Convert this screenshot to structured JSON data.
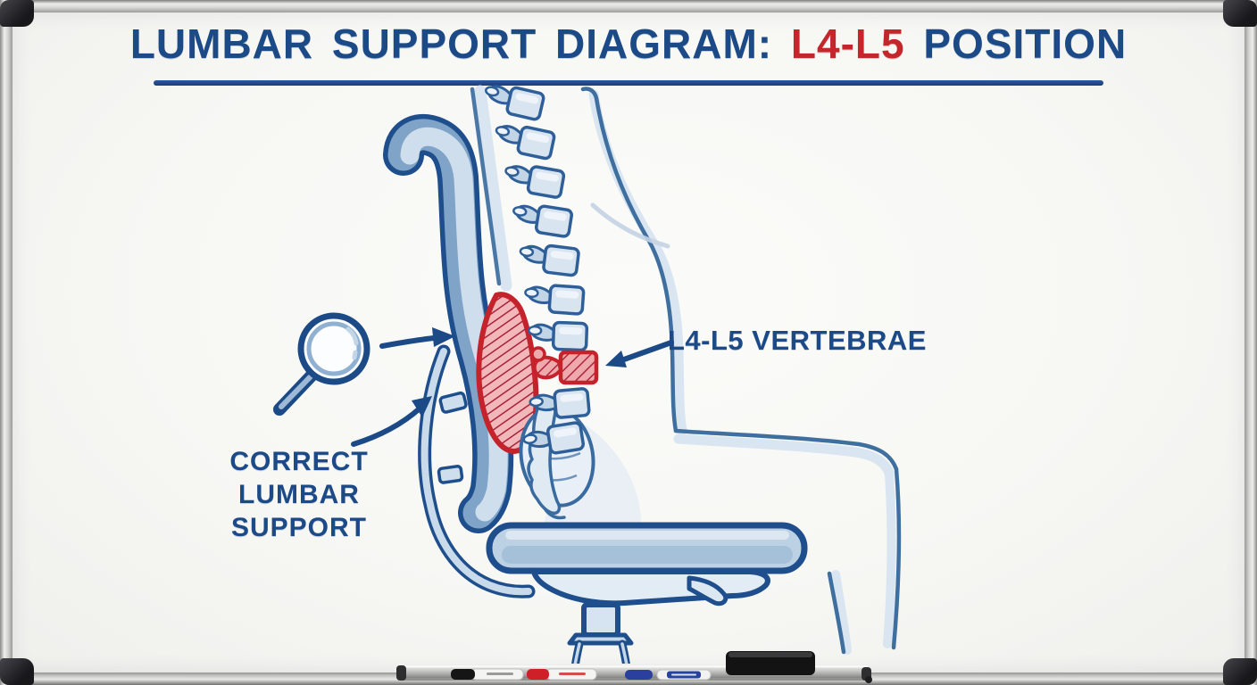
{
  "scene": "whiteboard-photo",
  "title": {
    "text_before": "LUMBAR SUPPORT DIAGRAM: ",
    "text_highlight": "L4-L5",
    "text_after": " POSITION"
  },
  "labels": {
    "support": {
      "line1": "CORRECT",
      "line2": "LUMBAR",
      "line3": "SUPPORT"
    },
    "vertebrae": "L4-L5 VERTEBRAE"
  },
  "colors": {
    "title_blue": "#1c4a87",
    "highlight_red": "#c3262b",
    "outline_navy": "#1e4e8c",
    "figure_blue": "#3f6f9f",
    "fill_light_blue": "#cfdeed",
    "cushion_red": "#c5232b",
    "board_white": "#f7f7f4",
    "frame_aluminum": "#c9c9c9"
  },
  "diagram": {
    "parts": [
      "chair-backrest",
      "lumbar-support-track",
      "lumbar-cushion",
      "spine",
      "l4-l5-vertebra",
      "pelvis",
      "person-silhouette",
      "chair-seat",
      "chair-base"
    ],
    "icons": [
      "magnifier-icon",
      "arrow-right-icon",
      "curved-arrow-icon",
      "leader-arrow-icon"
    ]
  },
  "tray": {
    "items": [
      "black-capped-marker",
      "red-capped-marker",
      "blue-marker",
      "labeled-marker",
      "board-eraser"
    ]
  }
}
